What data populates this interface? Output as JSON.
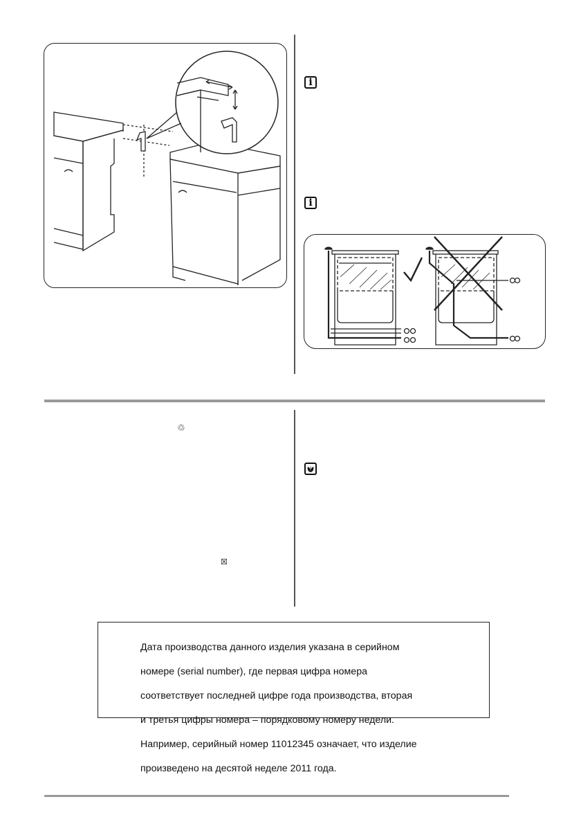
{
  "notice": {
    "lines": [
      "Дата производства данного изделия указана в серийном",
      "номере (serial number), где первая цифра номера",
      "соответствует последней цифре года производства, вторая",
      "и третья цифры номера – порядковому номеру недели.",
      "Например, серийный номер 11012345 означает, что изделие",
      "произведено на десятой неделе 2011 года."
    ]
  },
  "icons": {
    "info_1": "i",
    "info_2": "i",
    "recycle": "♲",
    "bin": "☒"
  },
  "colors": {
    "line": "#222222",
    "rule": "#999999"
  }
}
